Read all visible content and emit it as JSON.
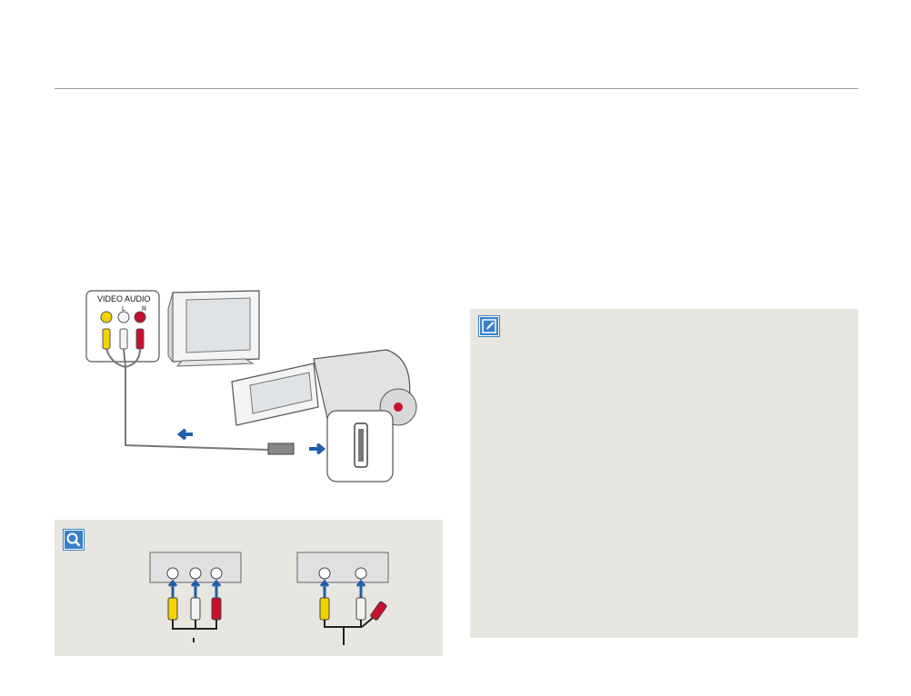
{
  "diagram": {
    "video_label": "VIDEO",
    "audio_label": "AUDIO",
    "left_label": "L",
    "right_label": "R"
  },
  "icons": {
    "tip": "magnifier-icon",
    "note": "pencil-note-icon"
  },
  "colors": {
    "panel_bg": "#e8e6e0",
    "icon_blue": "#3a7fc8",
    "arrow_blue": "#1f5ea8",
    "video_yellow": "#f2d200",
    "audio_white": "#f4f4f4",
    "audio_red": "#c8102e"
  }
}
